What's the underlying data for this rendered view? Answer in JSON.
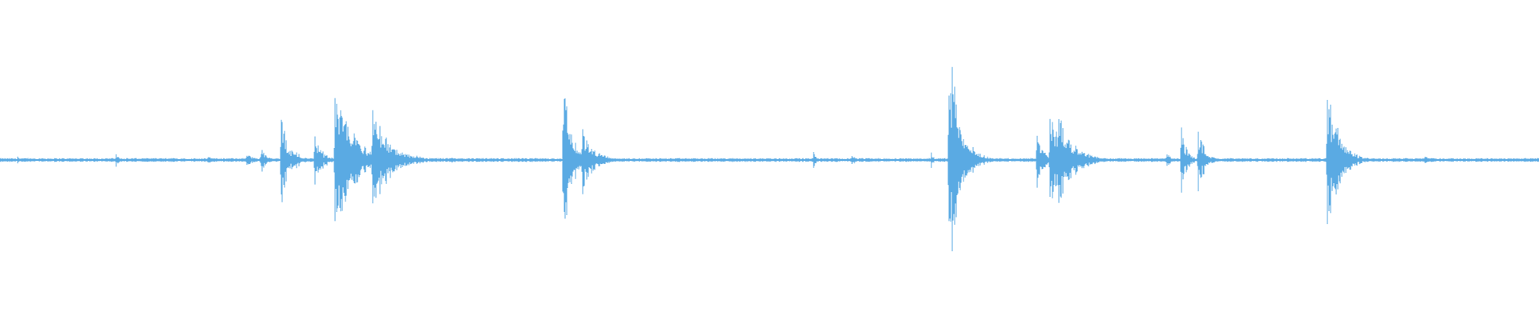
{
  "waveform": {
    "color": "#5aaae3",
    "background": "#ffffff",
    "duration_units": 1920,
    "events": [
      {
        "t": 22,
        "peak": 0.03,
        "decay": 3
      },
      {
        "t": 145,
        "peak": 0.05,
        "decay": 4
      },
      {
        "t": 260,
        "peak": 0.04,
        "decay": 4
      },
      {
        "t": 308,
        "peak": 0.06,
        "decay": 8
      },
      {
        "t": 326,
        "peak": 0.1,
        "decay": 6
      },
      {
        "t": 351,
        "peak": 0.37,
        "decay": 8
      },
      {
        "t": 365,
        "peak": 0.1,
        "decay": 10
      },
      {
        "t": 393,
        "peak": 0.18,
        "decay": 10
      },
      {
        "t": 418,
        "peak": 0.58,
        "decay": 22
      },
      {
        "t": 425,
        "peak": 0.33,
        "decay": 15
      },
      {
        "t": 465,
        "peak": 0.38,
        "decay": 22
      },
      {
        "t": 478,
        "peak": 0.08,
        "decay": 10
      },
      {
        "t": 564,
        "peak": 0.03,
        "decay": 4
      },
      {
        "t": 703,
        "peak": 0.61,
        "decay": 10
      },
      {
        "t": 727,
        "peak": 0.25,
        "decay": 14
      },
      {
        "t": 1015,
        "peak": 0.08,
        "decay": 3
      },
      {
        "t": 1063,
        "peak": 0.05,
        "decay": 4
      },
      {
        "t": 1162,
        "peak": 0.06,
        "decay": 3
      },
      {
        "t": 1184,
        "peak": 0.74,
        "decay": 12
      },
      {
        "t": 1188,
        "peak": 0.72,
        "decay": 10
      },
      {
        "t": 1210,
        "peak": 0.15,
        "decay": 12
      },
      {
        "t": 1294,
        "peak": 0.22,
        "decay": 8
      },
      {
        "t": 1310,
        "peak": 0.35,
        "decay": 18
      },
      {
        "t": 1320,
        "peak": 0.4,
        "decay": 18
      },
      {
        "t": 1456,
        "peak": 0.07,
        "decay": 4
      },
      {
        "t": 1474,
        "peak": 0.28,
        "decay": 6
      },
      {
        "t": 1495,
        "peak": 0.25,
        "decay": 8
      },
      {
        "t": 1656,
        "peak": 0.6,
        "decay": 14
      },
      {
        "t": 1662,
        "peak": 0.45,
        "decay": 10
      },
      {
        "t": 1778,
        "peak": 0.04,
        "decay": 3
      }
    ]
  }
}
